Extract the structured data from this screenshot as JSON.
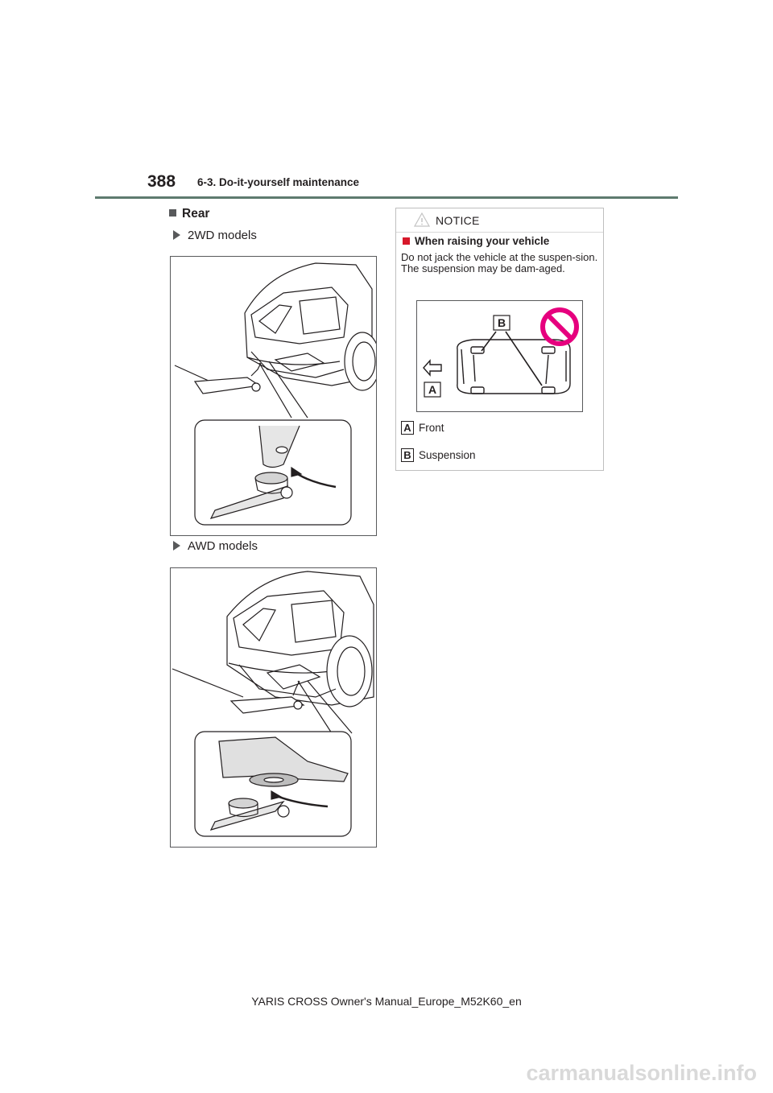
{
  "header": {
    "page_number": "388",
    "section_title": "6-3. Do-it-yourself maintenance"
  },
  "content": {
    "heading": "Rear",
    "sub_2wd": "2WD models",
    "sub_awd": "AWD models"
  },
  "notice": {
    "title": "NOTICE",
    "subheading": "When raising your vehicle",
    "body": "Do not jack the vehicle at the suspen-sion. The suspension may be dam-aged.",
    "figure_labels": {
      "a": "A",
      "b": "B"
    },
    "legend": [
      {
        "key": "A",
        "text": "Front"
      },
      {
        "key": "B",
        "text": "Suspension"
      }
    ]
  },
  "footer": {
    "text": "YARIS CROSS Owner's Manual_Europe_M52K60_en"
  },
  "watermark": {
    "text": "carmanualsonline.info"
  },
  "colors": {
    "header_rule": "#5e7b6f",
    "notice_accent": "#d7182a",
    "prohibited": "#e6007e"
  }
}
